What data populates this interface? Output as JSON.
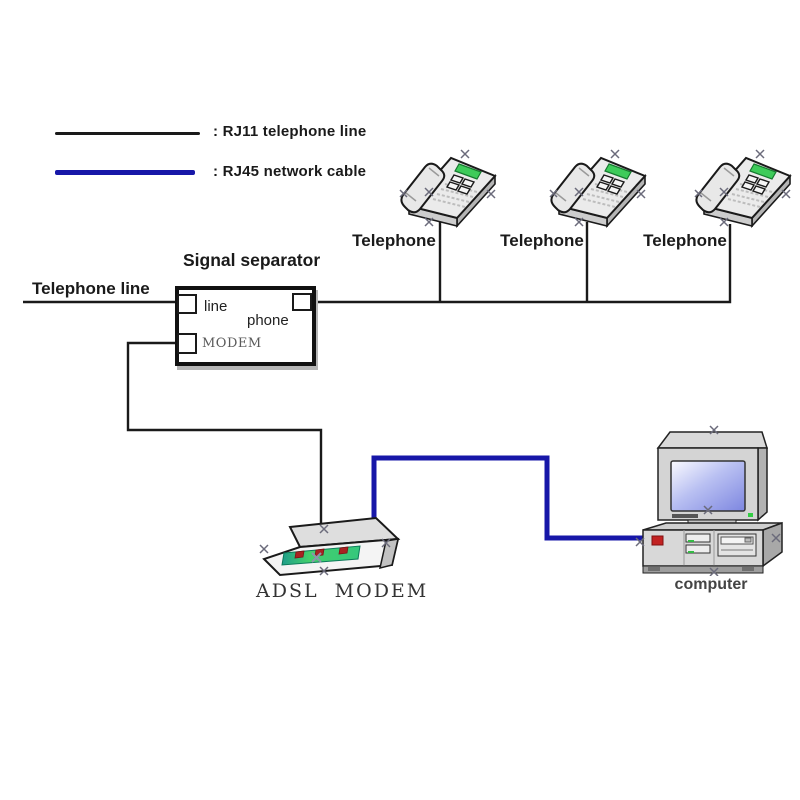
{
  "legend": {
    "items": [
      {
        "id": "rj11",
        "label": ": RJ11 telephone line",
        "color": "#1a1a1a"
      },
      {
        "id": "rj45",
        "label": ": RJ45 network cable",
        "color": "#1717a8"
      }
    ]
  },
  "separator": {
    "title": "Signal separator",
    "input_label": "Telephone line",
    "ports": {
      "line": "line",
      "phone": "phone",
      "modem": "MODEM"
    }
  },
  "telephones": {
    "labels": [
      "Telephone",
      "Telephone",
      "Telephone"
    ]
  },
  "modem": {
    "label": "ADSL  MODEM"
  },
  "computer": {
    "label": "computer"
  },
  "colors": {
    "rj11_cable": "#1a1a1a",
    "rj45_cable": "#1717a8",
    "phone_display_green": "#3ecb5a",
    "modem_led_red": "#a82222",
    "power_button_red": "#c22222",
    "monitor_screen_blue": "#7d86e0"
  },
  "diagram_data": {
    "type": "network-diagram",
    "nodes": [
      "Telephone line (wall)",
      "Signal separator",
      "Telephone",
      "Telephone",
      "Telephone",
      "ADSL MODEM",
      "computer"
    ],
    "connections": [
      {
        "from": "Telephone line (wall)",
        "to": "Signal separator (line port)",
        "cable": "RJ11 telephone line"
      },
      {
        "from": "Signal separator (phone port)",
        "to": "Telephone 1",
        "cable": "RJ11 telephone line"
      },
      {
        "from": "Signal separator (phone port)",
        "to": "Telephone 2",
        "cable": "RJ11 telephone line"
      },
      {
        "from": "Signal separator (phone port)",
        "to": "Telephone 3",
        "cable": "RJ11 telephone line"
      },
      {
        "from": "Signal separator (MODEM port)",
        "to": "ADSL MODEM",
        "cable": "RJ11 telephone line"
      },
      {
        "from": "ADSL MODEM",
        "to": "computer",
        "cable": "RJ45 network cable"
      }
    ]
  }
}
